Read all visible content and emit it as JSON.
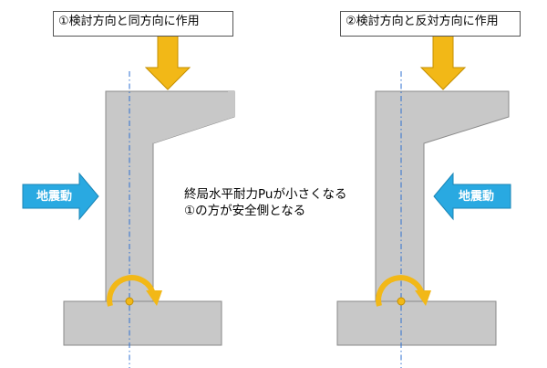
{
  "labels": {
    "case1": "①検討方向と同方向に作用",
    "case2": "②検討方向と反対方向に作用"
  },
  "note": {
    "line1": "終局水平耐力Puが小さくなる",
    "line2": "①の方が安全側となる"
  },
  "arrows": {
    "earthquake_left": "地震動",
    "earthquake_right": "地震動"
  },
  "colors": {
    "concrete": "#c8c8c8",
    "concrete_edge": "#8a8a8a",
    "load_arrow": "#f2b817",
    "moment_arrow": "#f2b817",
    "earthquake_arrow": "#29a9e1",
    "centerline": "#2e6fd0"
  }
}
